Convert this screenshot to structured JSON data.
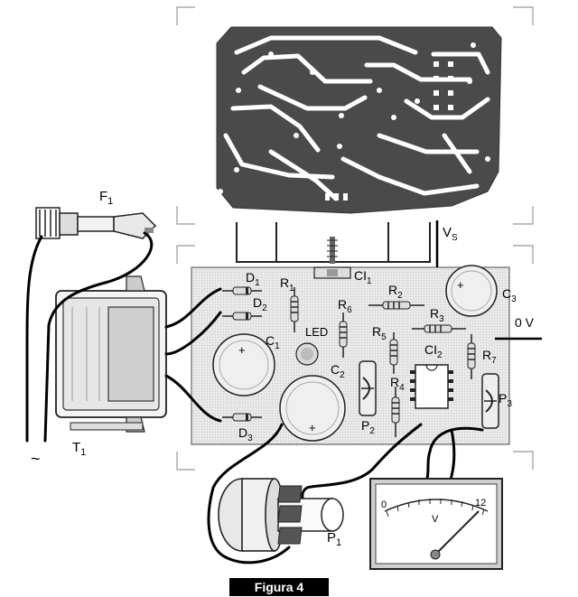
{
  "figure": {
    "caption": "Figura 4",
    "labels": {
      "F1": "F",
      "F1_sub": "1",
      "T1": "T",
      "T1_sub": "1",
      "ac": "~",
      "D1": "D",
      "D1_sub": "1",
      "D2": "D",
      "D2_sub": "2",
      "D3": "D",
      "D3_sub": "3",
      "R1": "R",
      "R1_sub": "1",
      "R2": "R",
      "R2_sub": "2",
      "R3": "R",
      "R3_sub": "3",
      "R4": "R",
      "R4_sub": "4",
      "R5": "R",
      "R5_sub": "5",
      "R6": "R",
      "R6_sub": "6",
      "R7": "R",
      "R7_sub": "7",
      "C1": "C",
      "C1_sub": "1",
      "C2": "C",
      "C2_sub": "2",
      "C3": "C",
      "C3_sub": "3",
      "CI1": "CI",
      "CI1_sub": "1",
      "CI2": "CI",
      "CI2_sub": "2",
      "P1": "P",
      "P1_sub": "1",
      "P2": "P",
      "P2_sub": "2",
      "P3": "P",
      "P3_sub": "3",
      "LED": "LED",
      "Vs": "V",
      "Vs_sub": "S",
      "zeroV": "0 V",
      "plus": "+"
    },
    "meter": {
      "min_label": "0",
      "max_label": "12",
      "unit_label": "V"
    }
  }
}
